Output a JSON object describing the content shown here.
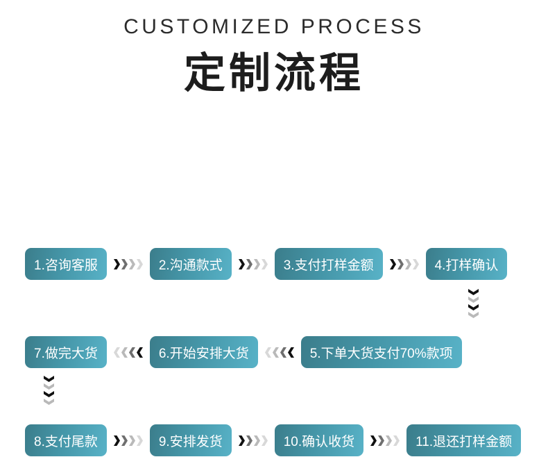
{
  "header": {
    "title_en": "CUSTOMIZED PROCESS",
    "title_cn": "定制流程"
  },
  "colors": {
    "box_gradient_start": "#3b7d8b",
    "box_gradient_mid": "#4596a8",
    "box_gradient_end": "#58b2c7",
    "box_text": "#ffffff",
    "background": "#ffffff",
    "chevron_dark": "#111111",
    "chevron_mid": "#6f6f6f",
    "chevron_light": "#b9b9b9",
    "chevron_pale": "#d8d8d8",
    "title_en_color": "#2b2b2b",
    "title_cn_color": "#1d1d1d"
  },
  "flow": {
    "rows": [
      {
        "direction": "right",
        "steps": [
          {
            "label": "1.咨询客服"
          },
          {
            "label": "2.沟通款式"
          },
          {
            "label": "3.支付打样金额"
          },
          {
            "label": "4.打样确认"
          }
        ]
      },
      {
        "direction": "left",
        "steps": [
          {
            "label": "7.做完大货"
          },
          {
            "label": "6.开始安排大货"
          },
          {
            "label": "5.下单大货支付70%款项"
          }
        ]
      },
      {
        "direction": "right",
        "steps": [
          {
            "label": "8.支付尾款"
          },
          {
            "label": "9.安排发货"
          },
          {
            "label": "10.确认收货"
          },
          {
            "label": "11.退还打样金额"
          }
        ]
      }
    ],
    "connectors": [
      {
        "name": "down-connector-right",
        "direction": "down",
        "from_step": "4.打样确认",
        "to_step": "5.下单大货支付70%款项"
      },
      {
        "name": "down-connector-left",
        "direction": "down",
        "from_step": "7.做完大货",
        "to_step": "8.支付尾款"
      }
    ]
  }
}
